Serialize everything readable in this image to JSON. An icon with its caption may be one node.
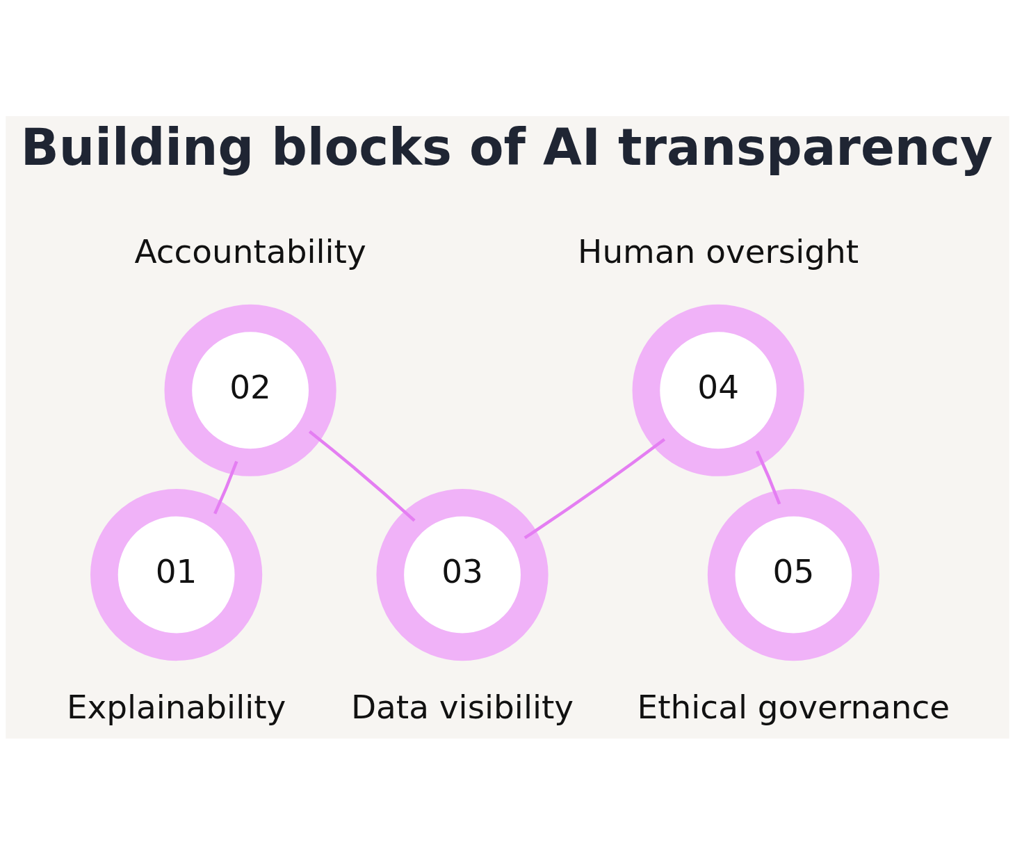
{
  "diagram": {
    "title": "Building blocks of AI transparency",
    "nodes": [
      {
        "text": [
          "01"
        ],
        "beside": [
          "Explainability"
        ]
      },
      {
        "text": [
          "02"
        ],
        "beside": [
          "Accountability"
        ]
      },
      {
        "text": [
          "03"
        ],
        "beside": [
          "Data visibility"
        ]
      },
      {
        "text": [
          "04"
        ],
        "beside": [
          "Human oversight"
        ]
      },
      {
        "text": [
          "05"
        ],
        "beside": [
          "Ethical governance"
        ]
      }
    ],
    "edges": [
      {
        "from": 0,
        "to": 1,
        "arrow": "none"
      },
      {
        "from": 1,
        "to": 2,
        "arrow": "none"
      },
      {
        "from": 2,
        "to": 3,
        "arrow": "none"
      },
      {
        "from": 3,
        "to": 4,
        "arrow": "none"
      }
    ]
  }
}
